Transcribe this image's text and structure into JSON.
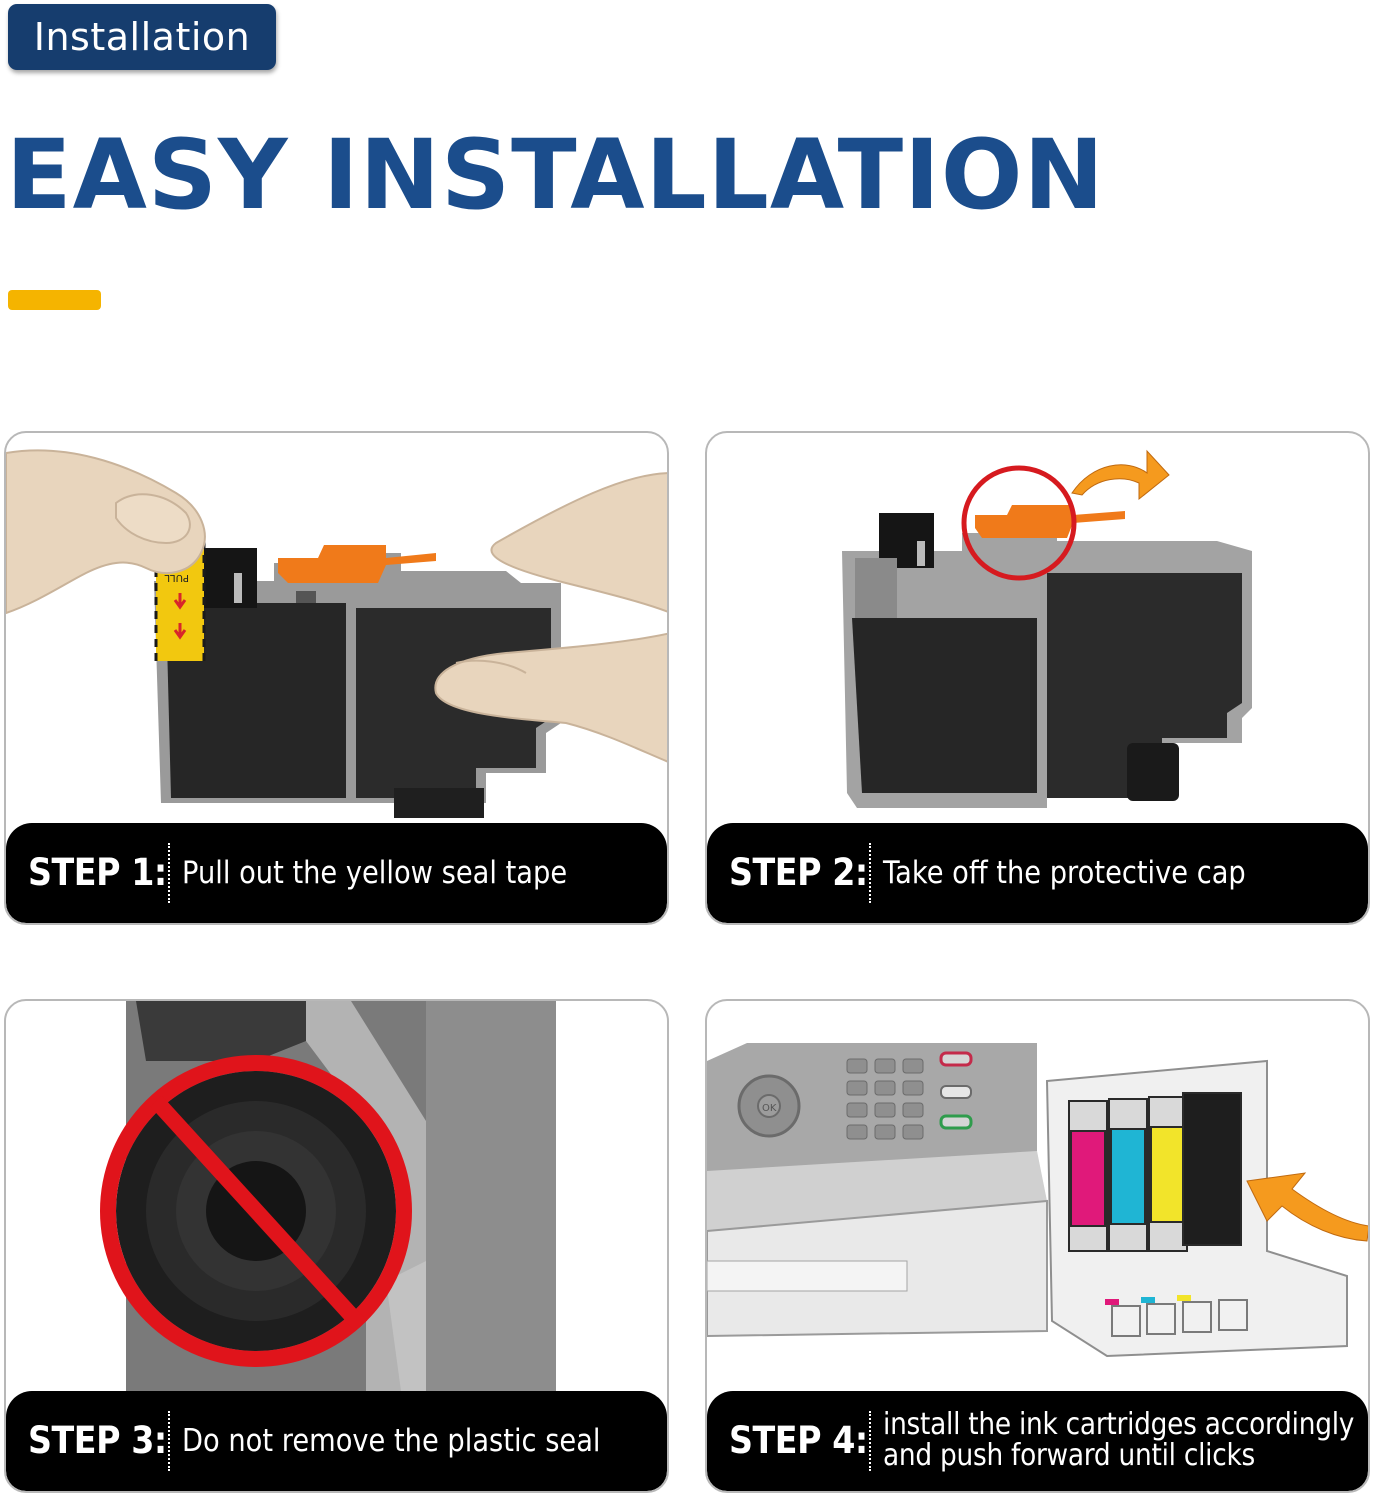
{
  "header": {
    "tag_label": "Installation",
    "headline": "EASY INSTALLATION"
  },
  "colors": {
    "tag_background": "#163d6e",
    "headline": "#1b4d8c",
    "accent_bar": "#f5b400",
    "step_band": "#000000",
    "arrow_orange": "#f59a1e",
    "prohibition_red": "#e0141b"
  },
  "steps": [
    {
      "label": "STEP 1:",
      "text": "Pull out the yellow seal tape",
      "tape_text": "PULL"
    },
    {
      "label": "STEP 2:",
      "text": "Take off the protective cap"
    },
    {
      "label": "STEP 3:",
      "text": "Do not remove the plastic seal"
    },
    {
      "label": "STEP 4:",
      "text": "install the ink cartridges accordingly and push forward until clicks",
      "panel_labels": [
        "OK"
      ]
    }
  ]
}
